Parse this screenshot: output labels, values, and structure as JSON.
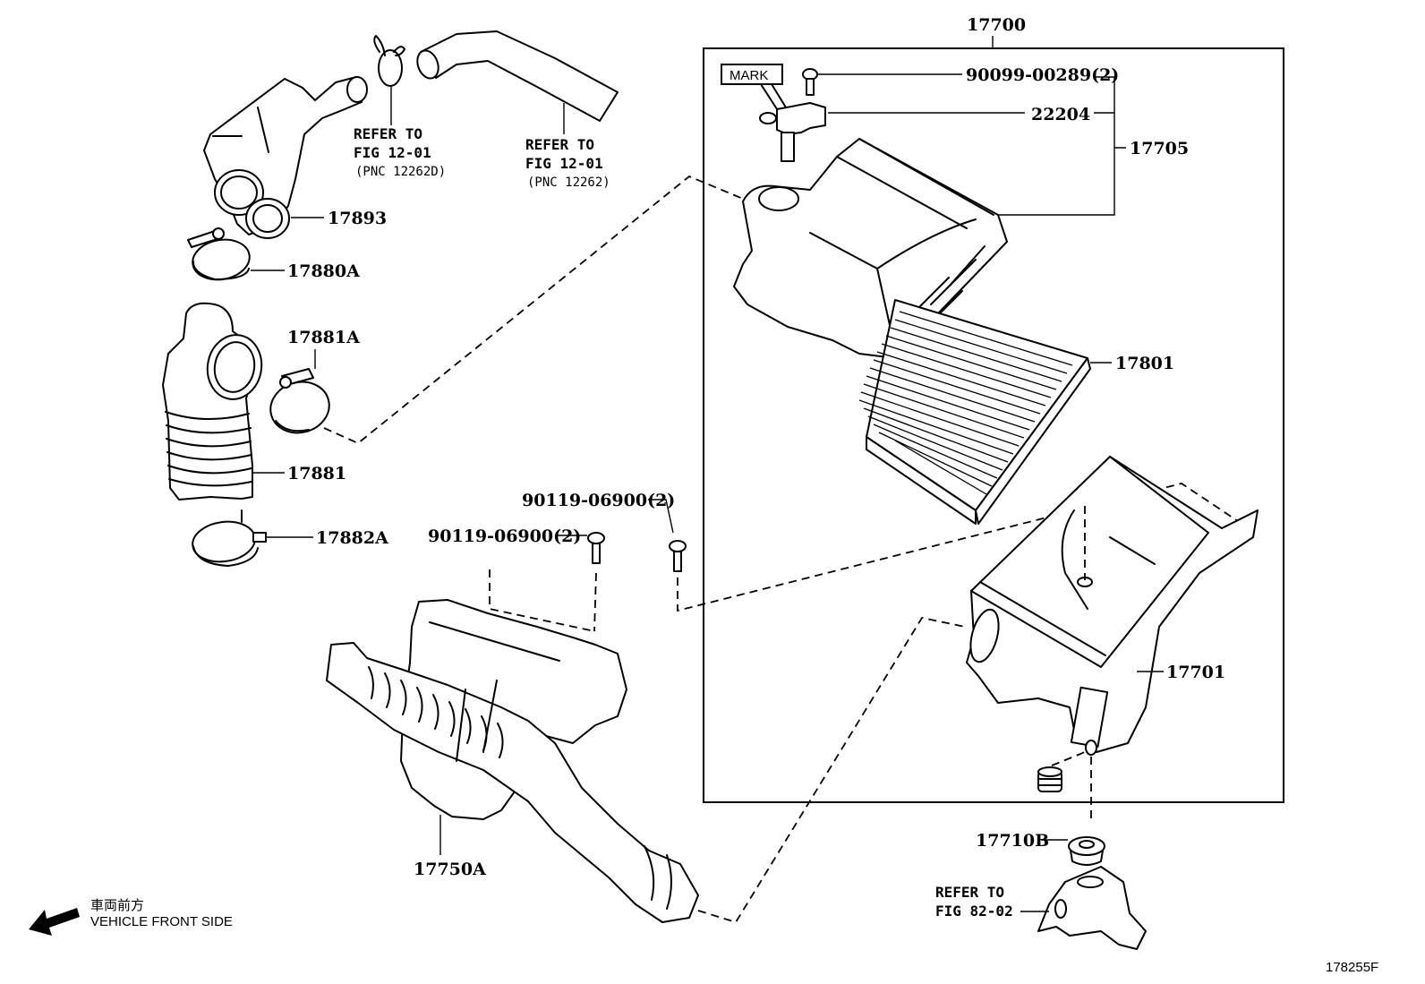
{
  "diagram": {
    "title": "Air cleaner assembly parts diagram",
    "figure_code": "178255F",
    "direction": {
      "japanese": "車両前方",
      "english": "VEHICLE FRONT SIDE",
      "icon": "arrow-left-icon"
    },
    "assembly": {
      "number": "17700"
    },
    "parts": [
      {
        "id": "p17893",
        "number": "17893"
      },
      {
        "id": "p17880A",
        "number": "17880A"
      },
      {
        "id": "p17881A",
        "number": "17881A"
      },
      {
        "id": "p17881",
        "number": "17881"
      },
      {
        "id": "p17882A",
        "number": "17882A"
      },
      {
        "id": "p90119a",
        "number": "90119-06900(2)"
      },
      {
        "id": "p90119b",
        "number": "90119-06900(2)"
      },
      {
        "id": "p17750A",
        "number": "17750A"
      },
      {
        "id": "p90099",
        "number": "90099-00289(2)"
      },
      {
        "id": "p22204",
        "number": "22204"
      },
      {
        "id": "p17705",
        "number": "17705"
      },
      {
        "id": "p17801",
        "number": "17801"
      },
      {
        "id": "p17701",
        "number": "17701"
      },
      {
        "id": "p17710B",
        "number": "17710B"
      }
    ],
    "mark_label": "MARK",
    "references": [
      {
        "line1": "REFER TO",
        "line2": "FIG 12-01",
        "line3": "(PNC 12262D)"
      },
      {
        "line1": "REFER TO",
        "line2": "FIG 12-01",
        "line3": "(PNC 12262)"
      },
      {
        "line1": "REFER TO",
        "line2": "FIG 82-02"
      }
    ]
  }
}
